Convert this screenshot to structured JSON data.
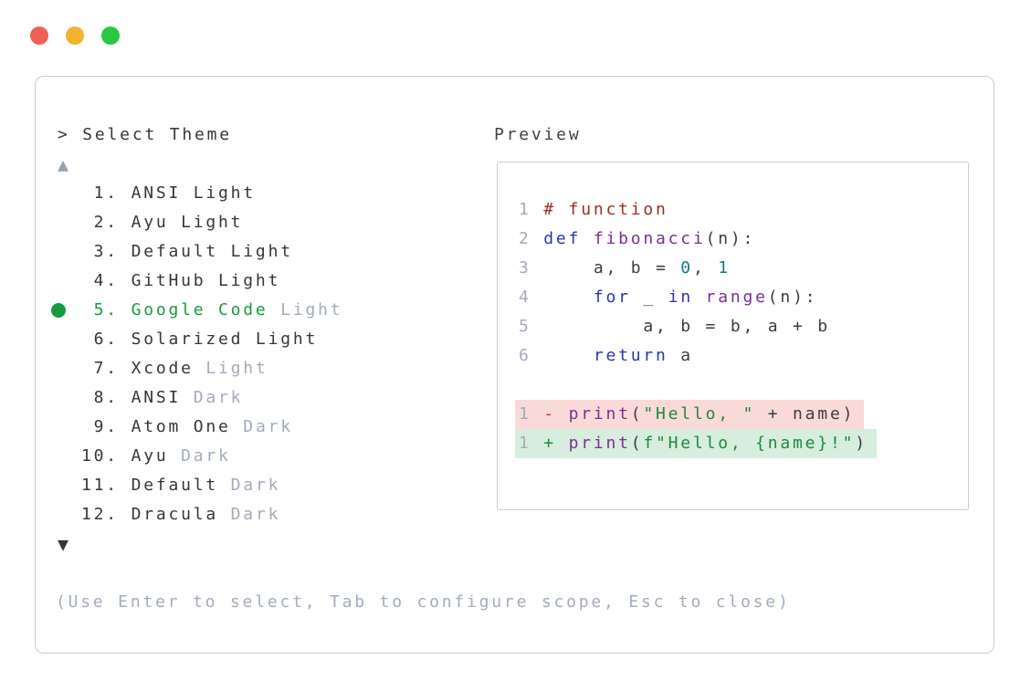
{
  "window": {
    "controls": [
      {
        "name": "close",
        "color": "#F15F56"
      },
      {
        "name": "minimize",
        "color": "#F3B32E"
      },
      {
        "name": "maximize",
        "color": "#2AC644"
      }
    ]
  },
  "picker": {
    "title": "> Select Theme",
    "scroll_up": "▲",
    "scroll_down": "▼",
    "items": [
      {
        "number": "1.",
        "name": "ANSI Light",
        "variant": "",
        "selected": false
      },
      {
        "number": "2.",
        "name": "Ayu Light",
        "variant": "",
        "selected": false
      },
      {
        "number": "3.",
        "name": "Default Light",
        "variant": "",
        "selected": false
      },
      {
        "number": "4.",
        "name": "GitHub Light",
        "variant": "",
        "selected": false
      },
      {
        "number": "5.",
        "name": "Google Code",
        "variant": "Light",
        "selected": true
      },
      {
        "number": "6.",
        "name": "Solarized Light",
        "variant": "",
        "selected": false
      },
      {
        "number": "7.",
        "name": "Xcode",
        "variant": "Light",
        "selected": false
      },
      {
        "number": "8.",
        "name": "ANSI",
        "variant": "Dark",
        "selected": false
      },
      {
        "number": "9.",
        "name": "Atom One",
        "variant": "Dark",
        "selected": false
      },
      {
        "number": "10.",
        "name": "Ayu",
        "variant": "Dark",
        "selected": false
      },
      {
        "number": "11.",
        "name": "Default",
        "variant": "Dark",
        "selected": false
      },
      {
        "number": "12.",
        "name": "Dracula",
        "variant": "Dark",
        "selected": false
      }
    ],
    "footer_hint": "(Use Enter to select, Tab to configure scope, Esc to close)"
  },
  "preview": {
    "label": "Preview",
    "code_lines": [
      [
        {
          "t": "1 ",
          "c": "ln"
        },
        {
          "t": "# function",
          "c": "com"
        }
      ],
      [
        {
          "t": "2 ",
          "c": "ln"
        },
        {
          "t": "def",
          "c": "kw"
        },
        {
          "t": " ",
          "c": "pl"
        },
        {
          "t": "fibonacci",
          "c": "fn"
        },
        {
          "t": "(n):",
          "c": "pl"
        }
      ],
      [
        {
          "t": "3 ",
          "c": "ln"
        },
        {
          "t": "    a, b = ",
          "c": "pl"
        },
        {
          "t": "0",
          "c": "num"
        },
        {
          "t": ", ",
          "c": "pl"
        },
        {
          "t": "1",
          "c": "num"
        }
      ],
      [
        {
          "t": "4 ",
          "c": "ln"
        },
        {
          "t": "    ",
          "c": "pl"
        },
        {
          "t": "for",
          "c": "kw"
        },
        {
          "t": " _ ",
          "c": "pl"
        },
        {
          "t": "in",
          "c": "kw"
        },
        {
          "t": " ",
          "c": "pl"
        },
        {
          "t": "range",
          "c": "fn"
        },
        {
          "t": "(n):",
          "c": "pl"
        }
      ],
      [
        {
          "t": "5 ",
          "c": "ln"
        },
        {
          "t": "        a, b = b, a + b",
          "c": "pl"
        }
      ],
      [
        {
          "t": "6 ",
          "c": "ln"
        },
        {
          "t": "    ",
          "c": "pl"
        },
        {
          "t": "return",
          "c": "kw"
        },
        {
          "t": " a",
          "c": "pl"
        }
      ]
    ],
    "diff_lines": [
      {
        "type": "del",
        "tokens": [
          {
            "t": "1 ",
            "c": "ln"
          },
          {
            "t": "- ",
            "c": "del"
          },
          {
            "t": "print",
            "c": "fn"
          },
          {
            "t": "(",
            "c": "pl"
          },
          {
            "t": "\"Hello, \"",
            "c": "str"
          },
          {
            "t": " + name)",
            "c": "pl"
          }
        ]
      },
      {
        "type": "add",
        "tokens": [
          {
            "t": "1 ",
            "c": "ln"
          },
          {
            "t": "+ ",
            "c": "add"
          },
          {
            "t": "print",
            "c": "fn"
          },
          {
            "t": "(",
            "c": "pl"
          },
          {
            "t": "f\"Hello, {name}!\"",
            "c": "str"
          },
          {
            "t": ")",
            "c": "pl"
          }
        ]
      }
    ]
  },
  "colors": {
    "text_dark": "#33373D",
    "code_dark": "#383D44",
    "text_gray": "#A3ABBC",
    "preview_label": "#3E434A",
    "accent_green": "#169B3E",
    "comment_red": "#9D2C28",
    "keyword_blue": "#2B35AE",
    "func_purple": "#7C2F94",
    "number_teal": "#0D7B85",
    "string_green": "#1E8A39",
    "del_red": "#C23A34",
    "add_green": "#1E8A39",
    "del_bg": "#FAD9D9",
    "add_bg": "#D7EDDE",
    "border": "#C9CDD6",
    "arrow_up": "#97A1B2"
  }
}
